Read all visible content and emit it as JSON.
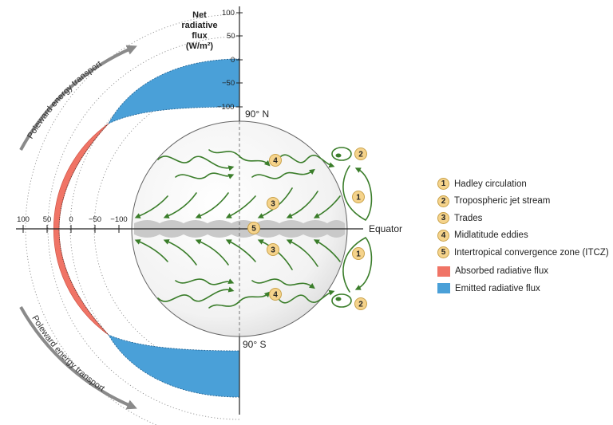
{
  "axis": {
    "title_lines": [
      "Net",
      "radiative",
      "flux"
    ],
    "unit": "(W/m²)",
    "vertical_ticks": [
      "100",
      "50",
      "0",
      "−50",
      "−100"
    ],
    "horizontal_ticks": [
      "100",
      "50",
      "0",
      "−50",
      "−100"
    ]
  },
  "labels": {
    "north_pole": "90° N",
    "south_pole": "90° S",
    "equator": "Equator",
    "transport_top": "Poleward energy transport",
    "transport_bottom": "Poleward energy transport"
  },
  "markers": [
    "1",
    "2",
    "3",
    "4",
    "5"
  ],
  "legend": {
    "items": [
      {
        "num": "1",
        "label": "Hadley circulation"
      },
      {
        "num": "2",
        "label": "Tropospheric jet stream"
      },
      {
        "num": "3",
        "label": "Trades"
      },
      {
        "num": "4",
        "label": "Midlatitude eddies"
      },
      {
        "num": "5",
        "label": "Intertropical convergence zone (ITCZ)"
      }
    ],
    "absorbed_label": "Absorbed radiative flux",
    "emitted_label": "Emitted radiative flux"
  },
  "colors": {
    "absorbed": "#f07466",
    "emitted": "#4aa0d8",
    "arrows": "#3a7d2a",
    "marker_fill": "#f5d38b",
    "transport_arrow": "#8a8a8a"
  }
}
